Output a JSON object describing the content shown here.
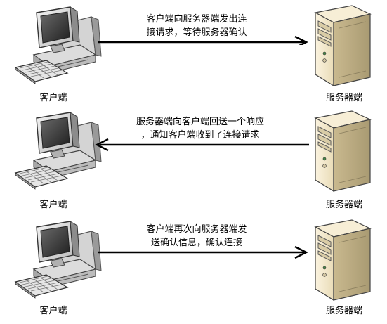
{
  "steps": [
    {
      "client_label": "客户端",
      "server_label": "服务器端",
      "message_lines": [
        "客户端向服务器端发出连",
        "接请求，等待服务器确认"
      ],
      "direction": "client-to-server"
    },
    {
      "client_label": "客户端",
      "server_label": "服务器端",
      "message_lines": [
        "服务器端向客户端回送一个响应",
        "，通知客户端收到了连接请求"
      ],
      "direction": "server-to-client"
    },
    {
      "client_label": "客户端",
      "server_label": "服务器端",
      "message_lines": [
        "客户端再次向服务器端发",
        "送确认信息，确认连接"
      ],
      "direction": "client-to-server"
    }
  ],
  "icons": {
    "client": "desktop-computer-icon",
    "server": "server-tower-icon"
  },
  "colors": {
    "arrow": "#000000",
    "server_body": "#efe3c4",
    "monitor": "#d8d8d8"
  }
}
